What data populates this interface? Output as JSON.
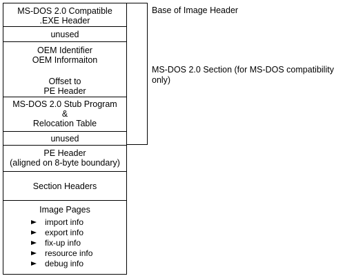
{
  "blocks": {
    "msdos_header": "MS-DOS 2.0 Compatible\n.EXE Header",
    "unused_1": "unused",
    "oem_info": "OEM Identifier\nOEM Informaiton",
    "pe_offset": "Offset to\nPE Header",
    "stub_program": "MS-DOS 2.0 Stub Program\n&\nRelocation Table",
    "unused_2": "unused",
    "pe_header": "PE Header\n(aligned on 8-byte boundary)",
    "section_headers": "Section Headers",
    "image_pages": {
      "title": "Image Pages",
      "items": [
        "import info",
        "export info",
        "fix-up info",
        "resource info",
        "debug info"
      ]
    }
  },
  "labels": {
    "base_of_image_header": "Base of Image Header",
    "msdos_section": "MS-DOS 2.0 Section (for MS-DOS compatibility\nonly)"
  },
  "icons": {
    "bullet": "right-arrowhead-icon"
  }
}
